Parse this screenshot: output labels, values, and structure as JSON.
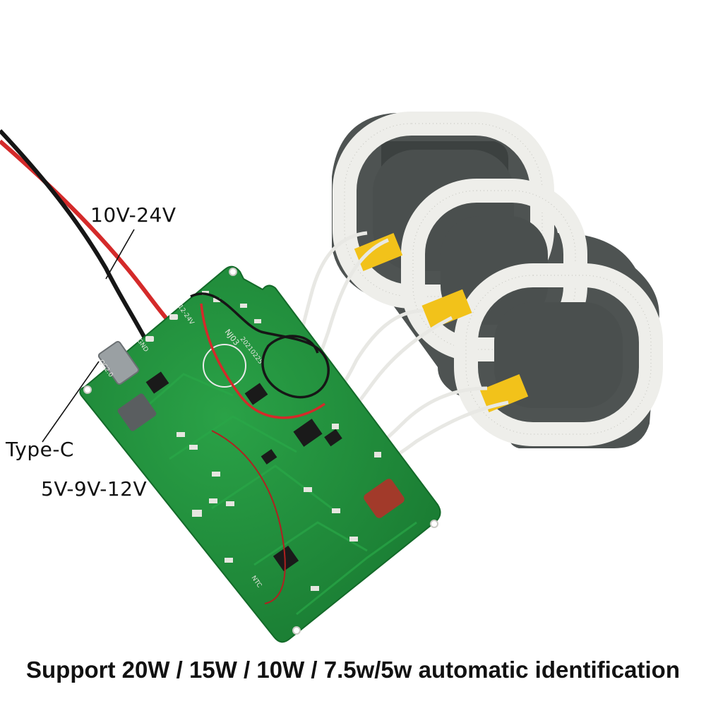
{
  "labels": {
    "input_voltage": "10V-24V",
    "port": "Type-C",
    "output_voltage": "5V-9V-12V"
  },
  "caption": "Support 20W / 15W / 10W / 7.5w/5w automatic identification",
  "board_marks": {
    "model": "NJ03",
    "date": "20210225",
    "usb": "QC2.0",
    "gnd": "GND",
    "power": "12-24V",
    "ntc": "NTC"
  },
  "colors": {
    "pcb": "#1f8a3a",
    "coil_wire": "#eeeeea",
    "ferrite": "#4e5352",
    "tape": "#f2c21a",
    "wire_red": "#d42a2a",
    "wire_black": "#161616",
    "capacitor": "#a23a2a"
  }
}
